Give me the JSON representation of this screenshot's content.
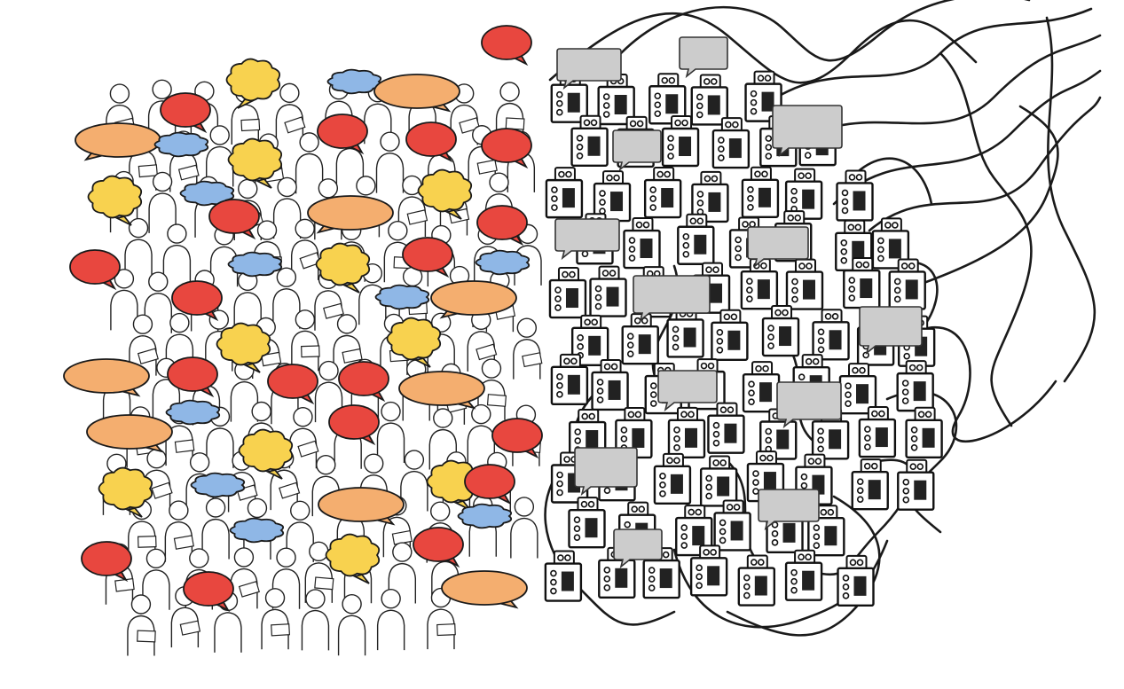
{
  "colors": {
    "red": "#e8473f",
    "orange": "#f4ae6f",
    "yellow": "#f8d24f",
    "blue": "#8fb7e6",
    "gray": "#cccccc",
    "outline": "#1a1a1a",
    "background": "#ffffff"
  },
  "groups": {
    "crowd": "people-crowd",
    "robots": "robot-cluster",
    "wires": "wire-network"
  }
}
